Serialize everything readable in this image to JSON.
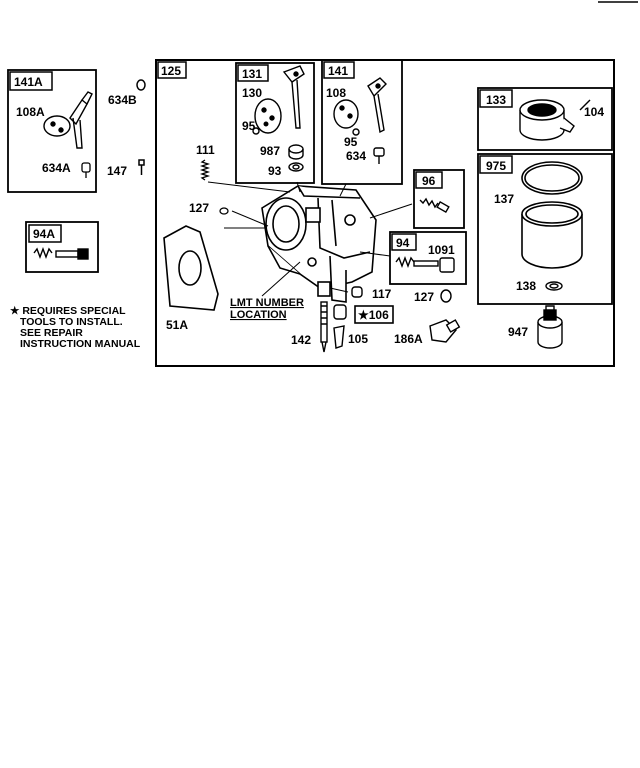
{
  "kits": {
    "k141A": "141A",
    "k94A": "94A",
    "k125": "125",
    "k131": "131",
    "k141": "141",
    "k96": "96",
    "k94": "94",
    "k133": "133",
    "k975": "975"
  },
  "parts": {
    "p108A": "108A",
    "p634B": "634B",
    "p634A": "634A",
    "p147": "147",
    "p130": "130",
    "p95a": "95",
    "p987": "987",
    "p93": "93",
    "p108": "108",
    "p95b": "95",
    "p634": "634",
    "p111": "111",
    "p127a": "127",
    "p1091": "1091",
    "p117": "117",
    "p127b": "127",
    "p106": "★106",
    "p142": "142",
    "p105": "105",
    "p186A": "186A",
    "p51A": "51A",
    "p104": "104",
    "p137": "137",
    "p138": "138",
    "p947": "947"
  },
  "lmt_label": {
    "line1": "LMT NUMBER",
    "line2": "LOCATION"
  },
  "note": {
    "line1": "★ REQUIRES SPECIAL",
    "line2": "TOOLS TO INSTALL.",
    "line3": "SEE REPAIR",
    "line4": "INSTRUCTION MANUAL"
  }
}
